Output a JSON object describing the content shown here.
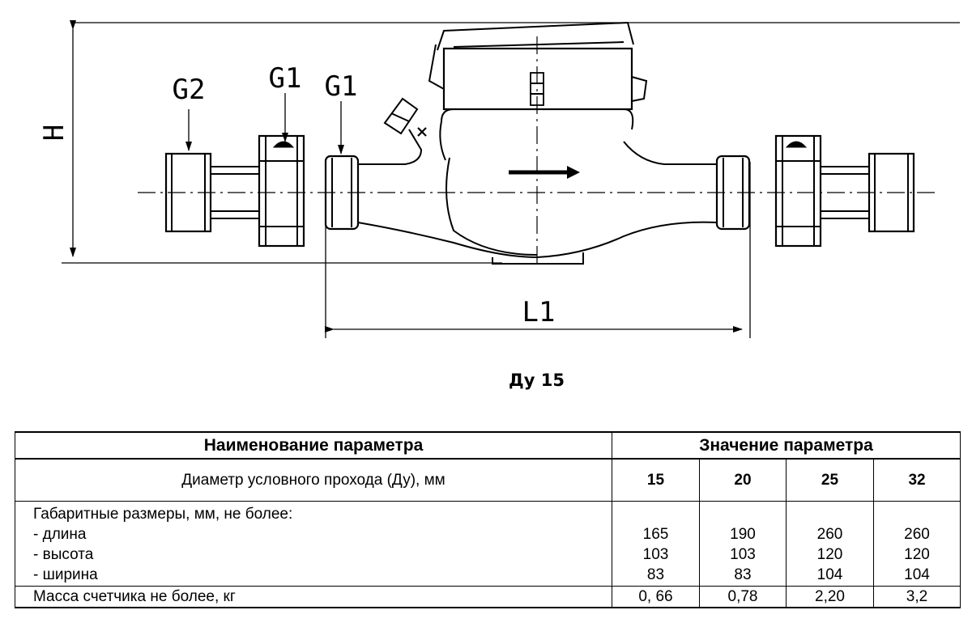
{
  "diagram": {
    "labels": {
      "height": "H",
      "length": "L1",
      "thread_left_nut": "G2",
      "thread_left_union": "G1",
      "thread_meter_inlet": "G1"
    },
    "caption": "Ду 15"
  },
  "table": {
    "header": {
      "param_name": "Наименование параметра",
      "param_value": "Значение параметра"
    },
    "dn_row": {
      "name": "Диаметр условного прохода (Ду), мм",
      "values": [
        "15",
        "20",
        "25",
        "32"
      ]
    },
    "dims_row": {
      "title": "Габаритные размеры, мм, не более:",
      "items": [
        {
          "name": "- длина",
          "values": [
            "165",
            "190",
            "260",
            "260"
          ]
        },
        {
          "name": "- высота",
          "values": [
            "103",
            "103",
            "120",
            "120"
          ]
        },
        {
          "name": "- ширина",
          "values": [
            "83",
            "83",
            "104",
            "104"
          ]
        }
      ]
    },
    "mass_row": {
      "name": "Масса счетчика не более, кг",
      "values": [
        "0, 66",
        "0,78",
        "2,20",
        "3,2"
      ]
    }
  }
}
